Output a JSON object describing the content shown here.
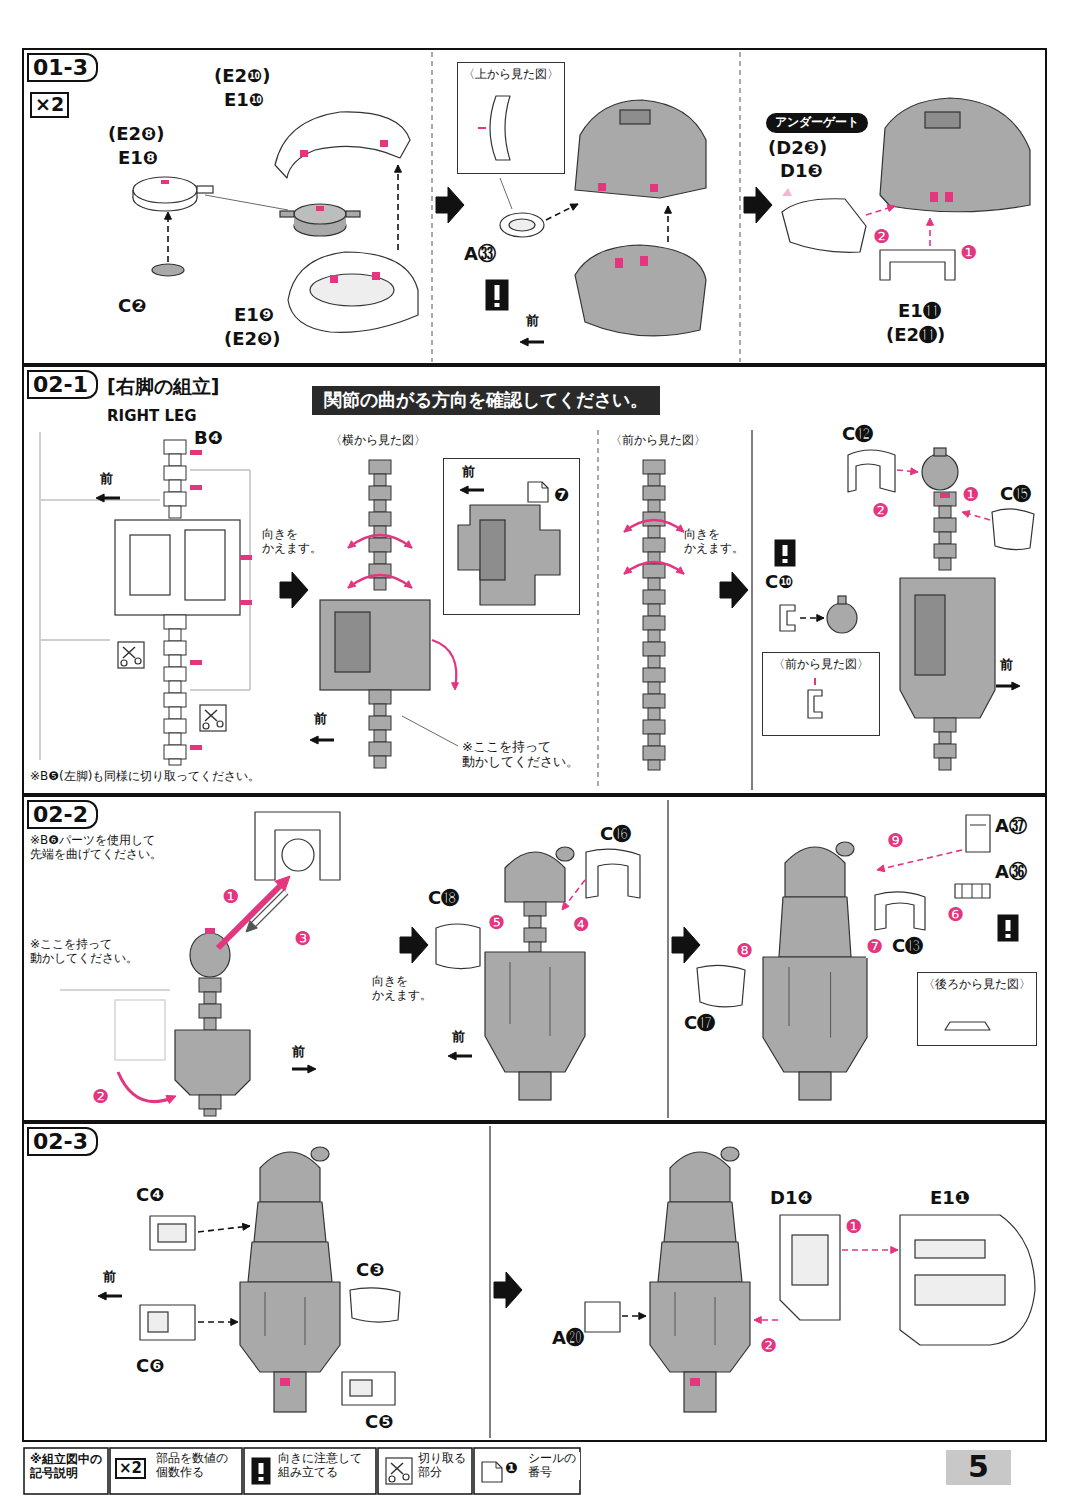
{
  "diagram": {
    "nodes": [
      {
        "text": [
          "01-3"
        ]
      },
      {
        "text": [
          "〈上から見た図〉"
        ],
        "in": 0
      },
      {
        "text": [
          "アンダーゲート"
        ],
        "in": 0
      },
      {
        "text": [
          "02-1",
          "[右脚の組立]",
          "RIGHT LEG"
        ]
      },
      {
        "text": [
          "関節の曲がる方向を確認してください。"
        ],
        "in": 3
      },
      {
        "text": [
          "前",
          "❼"
        ],
        "in": 3
      },
      {
        "text": [
          "〈前から見た図〉"
        ],
        "in": 3
      },
      {
        "text": [
          "02-2"
        ]
      },
      {
        "text": [
          "〈後ろから見た図〉"
        ],
        "in": 7
      },
      {
        "text": [
          "02-3"
        ]
      }
    ],
    "labels": [
      "×2",
      "(E2❿)",
      "E1❿",
      "(E2❽)",
      "E1❽",
      "C❷",
      "E1❾",
      "(E2❾)",
      "A㉝",
      "前",
      "(D2❸)",
      "D1❸",
      "❶",
      "❷",
      "E1⓫",
      "(E2⓫)",
      "B❹",
      "前",
      "※B❺(左脚)も同様に切り取ってください。",
      "〈横から見た図〉",
      "向きを かえます。",
      "前",
      "※ここを持って 動かしてください。",
      "〈前から見た図〉",
      "向きを かえます。",
      "C⓬",
      "C⓯",
      "❶",
      "❷",
      "C❿",
      "前",
      "※B❻パーツを使用して 先端を曲げてください。",
      "※ここを持って 動かしてください。",
      "❶",
      "❷",
      "❸",
      "前",
      "C⓲",
      "C⓰",
      "❺",
      "❹",
      "向きを かえます。",
      "前",
      "A㊲",
      "❾",
      "A㊱",
      "❻",
      "❼",
      "C⓭",
      "❽",
      "C⓱",
      "C❹",
      "前",
      "C❸",
      "C❻",
      "C❺",
      "D1❹",
      "E1❶",
      "❶",
      "❷",
      "A⓴",
      "※組立図中の 記号説明",
      "×2",
      "❶",
      "5"
    ],
    "legend": [
      {
        "text": "部品を数値の 個数作る"
      },
      {
        "text": "向きに注意して 組み立てる"
      },
      {
        "text": "切り取る 部分"
      },
      {
        "text": "シールの 番号"
      }
    ]
  }
}
